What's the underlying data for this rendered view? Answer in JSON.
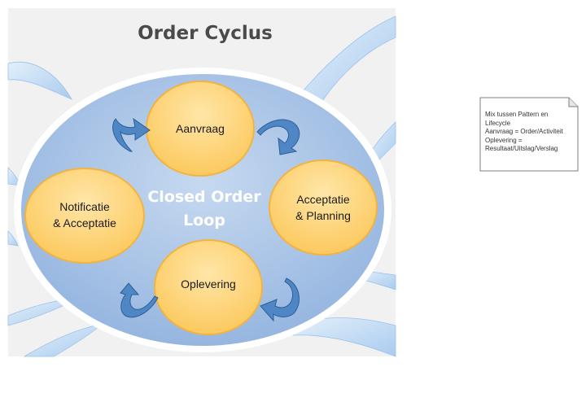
{
  "diagram": {
    "title": "Order Cyclus",
    "center_line1": "Closed Order",
    "center_line2": "Loop",
    "nodes": {
      "aanvraag": "Aanvraag",
      "acceptatie_line1": "Acceptatie",
      "acceptatie_line2": "& Planning",
      "oplevering": "Oplevering",
      "notificatie_line1": "Notificatie",
      "notificatie_line2": "& Acceptatie"
    }
  },
  "note": {
    "lines": [
      "Mix tussen Pattern en",
      "Lifecycle",
      "Aanvraag = Order/Activiteit",
      "Oplevering =",
      "Resultaat/Uitslag/Verslag"
    ]
  },
  "colors": {
    "canvas_bg": "#f1f1f1",
    "ellipse_fill": "#a9c4e6",
    "node_fill": "#ffd98a",
    "node_stroke": "#f2b340",
    "arrow_fill": "#5a8fc8",
    "petal_fill": "#bcd8f2"
  }
}
